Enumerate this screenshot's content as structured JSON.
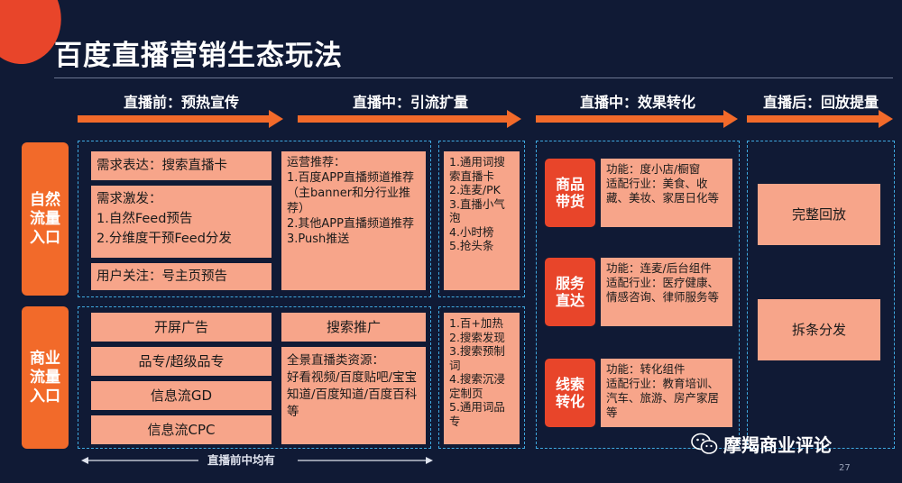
{
  "title": "百度直播营销生态玩法",
  "phases": [
    "直播前：预热宣传",
    "直播中：引流扩量",
    "直播中：效果转化",
    "直播后：回放提量"
  ],
  "side_labels": {
    "natural": "自然\n流量\n入口",
    "business": "商业\n流量\n入口"
  },
  "pre_natural": {
    "b1": "需求表达：搜索直播卡",
    "b2": "需求激发：\n1.自然Feed预告\n2.分维度干预Feed分发",
    "b3": "用户关注：号主页预告"
  },
  "mid_natural_ops": "运营推荐：\n1.百度APP直播频道推荐（主banner和分行业推荐）\n2.其他APP直播频道推荐\n3.Push推送",
  "mid_natural_list": "1.通用词搜索直播卡\n2.连麦/PK\n3.直播小气泡\n4.小时榜\n5.抢头条",
  "pre_business": [
    "开屏广告",
    "品专/超级品专",
    "信息流GD",
    "信息流CPC"
  ],
  "search_promo": {
    "title": "搜索推广",
    "body": "全景直播类资源：\n好看视频/百度贴吧/宝宝知道/百度知道/百度百科等"
  },
  "mid_business_list": "1.百+加热\n2.搜索发现\n3.搜索预制词\n4.搜索沉浸定制页\n5.通用词品专",
  "conversion": [
    {
      "tag": "商品\n带货",
      "desc": "功能：度小店/橱窗\n适配行业：美食、收藏、美妆、家居日化等"
    },
    {
      "tag": "服务\n直达",
      "desc": "功能：连麦/后台组件\n适配行业：医疗健康、情感咨询、律师服务等"
    },
    {
      "tag": "线索\n转化",
      "desc": "功能：转化组件\n适配行业：教育培训、汽车、旅游、房产家居等"
    }
  ],
  "post": [
    "完整回放",
    "拆条分发"
  ],
  "note": "直播前中均有",
  "wechat_name": "摩羯商业评论",
  "page_number": "27",
  "colors": {
    "background": "#101a35",
    "orange": "#f26a2a",
    "salmon": "#f7a58a",
    "dash": "#3fa9e0"
  }
}
